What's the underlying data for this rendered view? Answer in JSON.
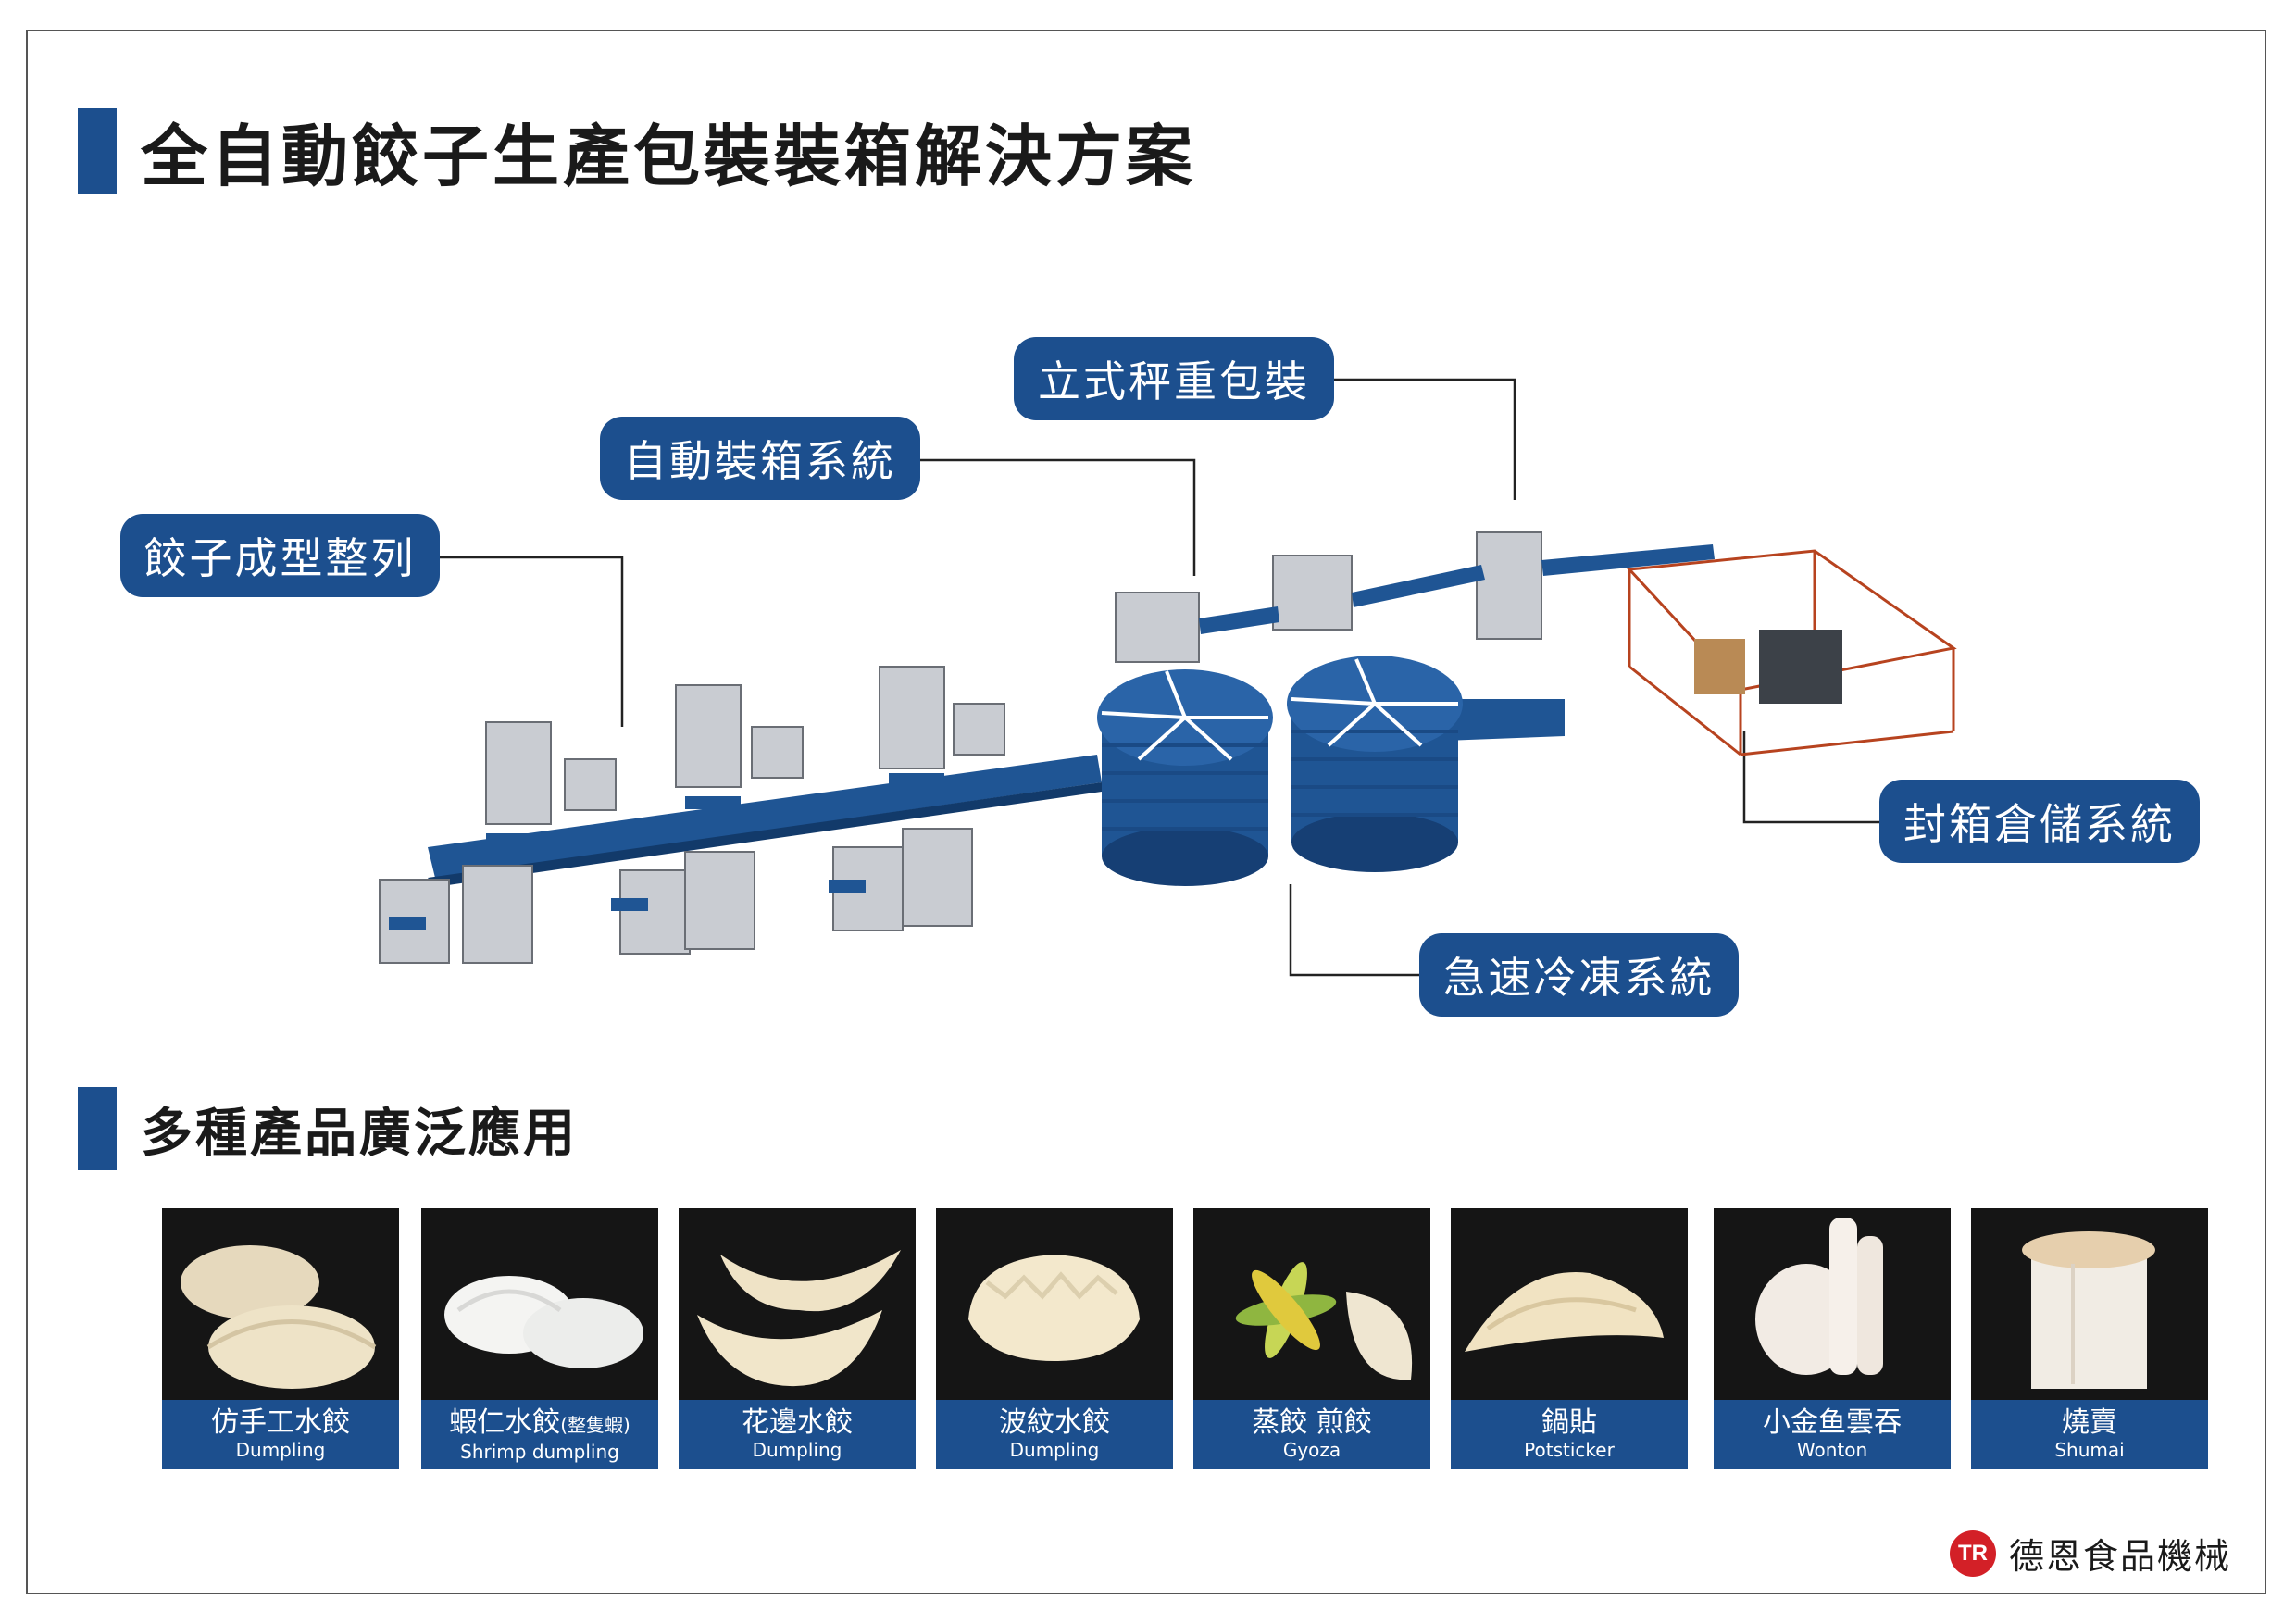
{
  "title": "全自動餃子生產包裝裝箱解決方案",
  "subtitle": "多種產品廣泛應用",
  "colors": {
    "brand_blue": "#1c4f8e",
    "logo_red": "#d32027"
  },
  "callouts": {
    "forming": "餃子成型整列",
    "case_packing": "自動裝箱系統",
    "weighing": "立式秤重包裝",
    "sealing": "封箱倉儲系統",
    "freezing": "急速冷凍系統"
  },
  "products": [
    {
      "cn": "仿手工水餃",
      "note": "",
      "en": "Dumpling"
    },
    {
      "cn": "蝦仁水餃",
      "note": "(整隻蝦)",
      "en": "Shrimp dumpling"
    },
    {
      "cn": "花邊水餃",
      "note": "",
      "en": "Dumpling"
    },
    {
      "cn": "波紋水餃",
      "note": "",
      "en": "Dumpling"
    },
    {
      "cn": "蒸餃 煎餃",
      "note": "",
      "en": "Gyoza"
    },
    {
      "cn": "鍋貼",
      "note": "",
      "en": "Potsticker"
    },
    {
      "cn": "小金鱼雲吞",
      "note": "",
      "en": "Wonton"
    },
    {
      "cn": "燒賣",
      "note": "",
      "en": "Shumai"
    }
  ],
  "logo": {
    "mark": "TR",
    "name": "德恩食品機械"
  }
}
